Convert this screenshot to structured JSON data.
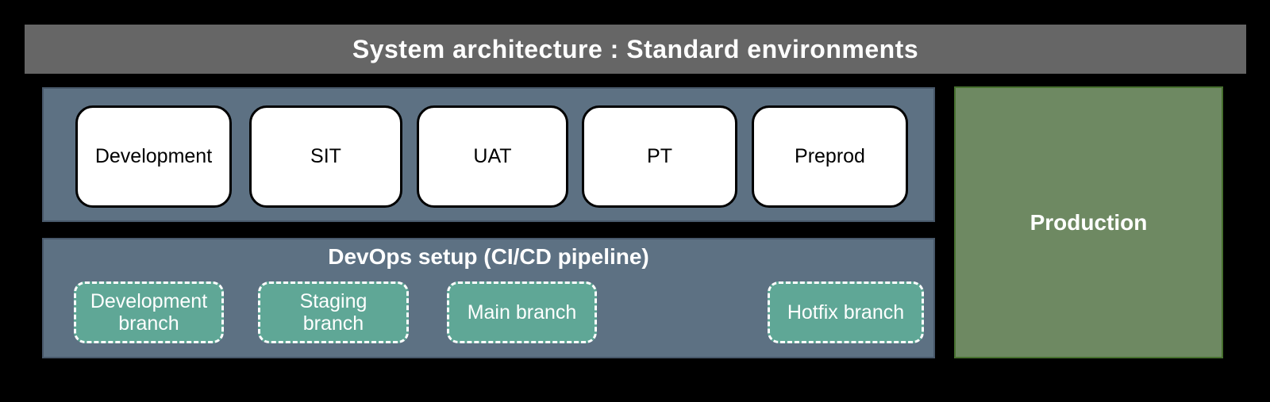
{
  "title": "System architecture : Standard environments",
  "environments": {
    "items": [
      {
        "label": "Development"
      },
      {
        "label": "SIT"
      },
      {
        "label": "UAT"
      },
      {
        "label": "PT"
      },
      {
        "label": "Preprod"
      }
    ]
  },
  "devops": {
    "title": "DevOps setup (CI/CD pipeline)",
    "branches": [
      {
        "label": "Development branch"
      },
      {
        "label": "Staging branch"
      },
      {
        "label": "Main branch"
      },
      {
        "label": "Hotfix branch"
      }
    ]
  },
  "production": {
    "label": "Production"
  },
  "colors": {
    "background": "#000000",
    "title_bar": "#666666",
    "panel": "#5d7183",
    "panel_border": "#48586a",
    "environment_box": "#ffffff",
    "environment_box_border": "#000000",
    "branch_box": "#5fa796",
    "branch_box_border": "#ffffff",
    "production_box": "#6e8962",
    "production_box_border": "#47702f",
    "title_text": "#ffffff",
    "environment_text": "#000000",
    "branch_text": "#ffffff",
    "production_text": "#ffffff"
  }
}
